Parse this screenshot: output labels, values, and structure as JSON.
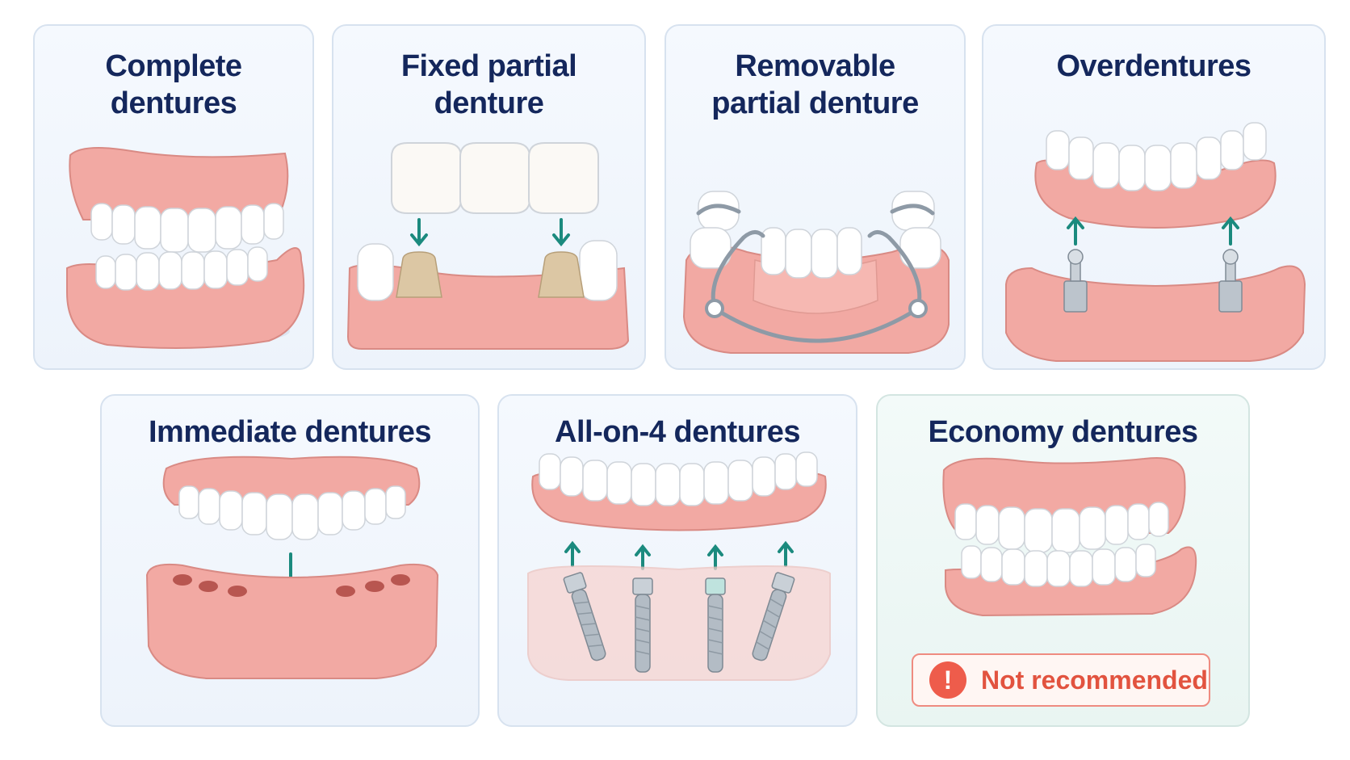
{
  "cards": [
    {
      "title": "Complete\ndentures"
    },
    {
      "title": "Fixed partial\ndenture"
    },
    {
      "title": "Removable\npartial denture"
    },
    {
      "title": "Overdentures"
    },
    {
      "title": "Immediate dentures"
    },
    {
      "title": "All-on-4 dentures"
    },
    {
      "title": "Economy dentures"
    }
  ],
  "warning": {
    "label": "Not recommended",
    "icon": "exclamation-icon"
  },
  "colors": {
    "title": "#14275c",
    "gum": "#f2a9a3",
    "tooth": "#ffffff",
    "arrow": "#1b8a7e",
    "warning": "#e2533f"
  }
}
